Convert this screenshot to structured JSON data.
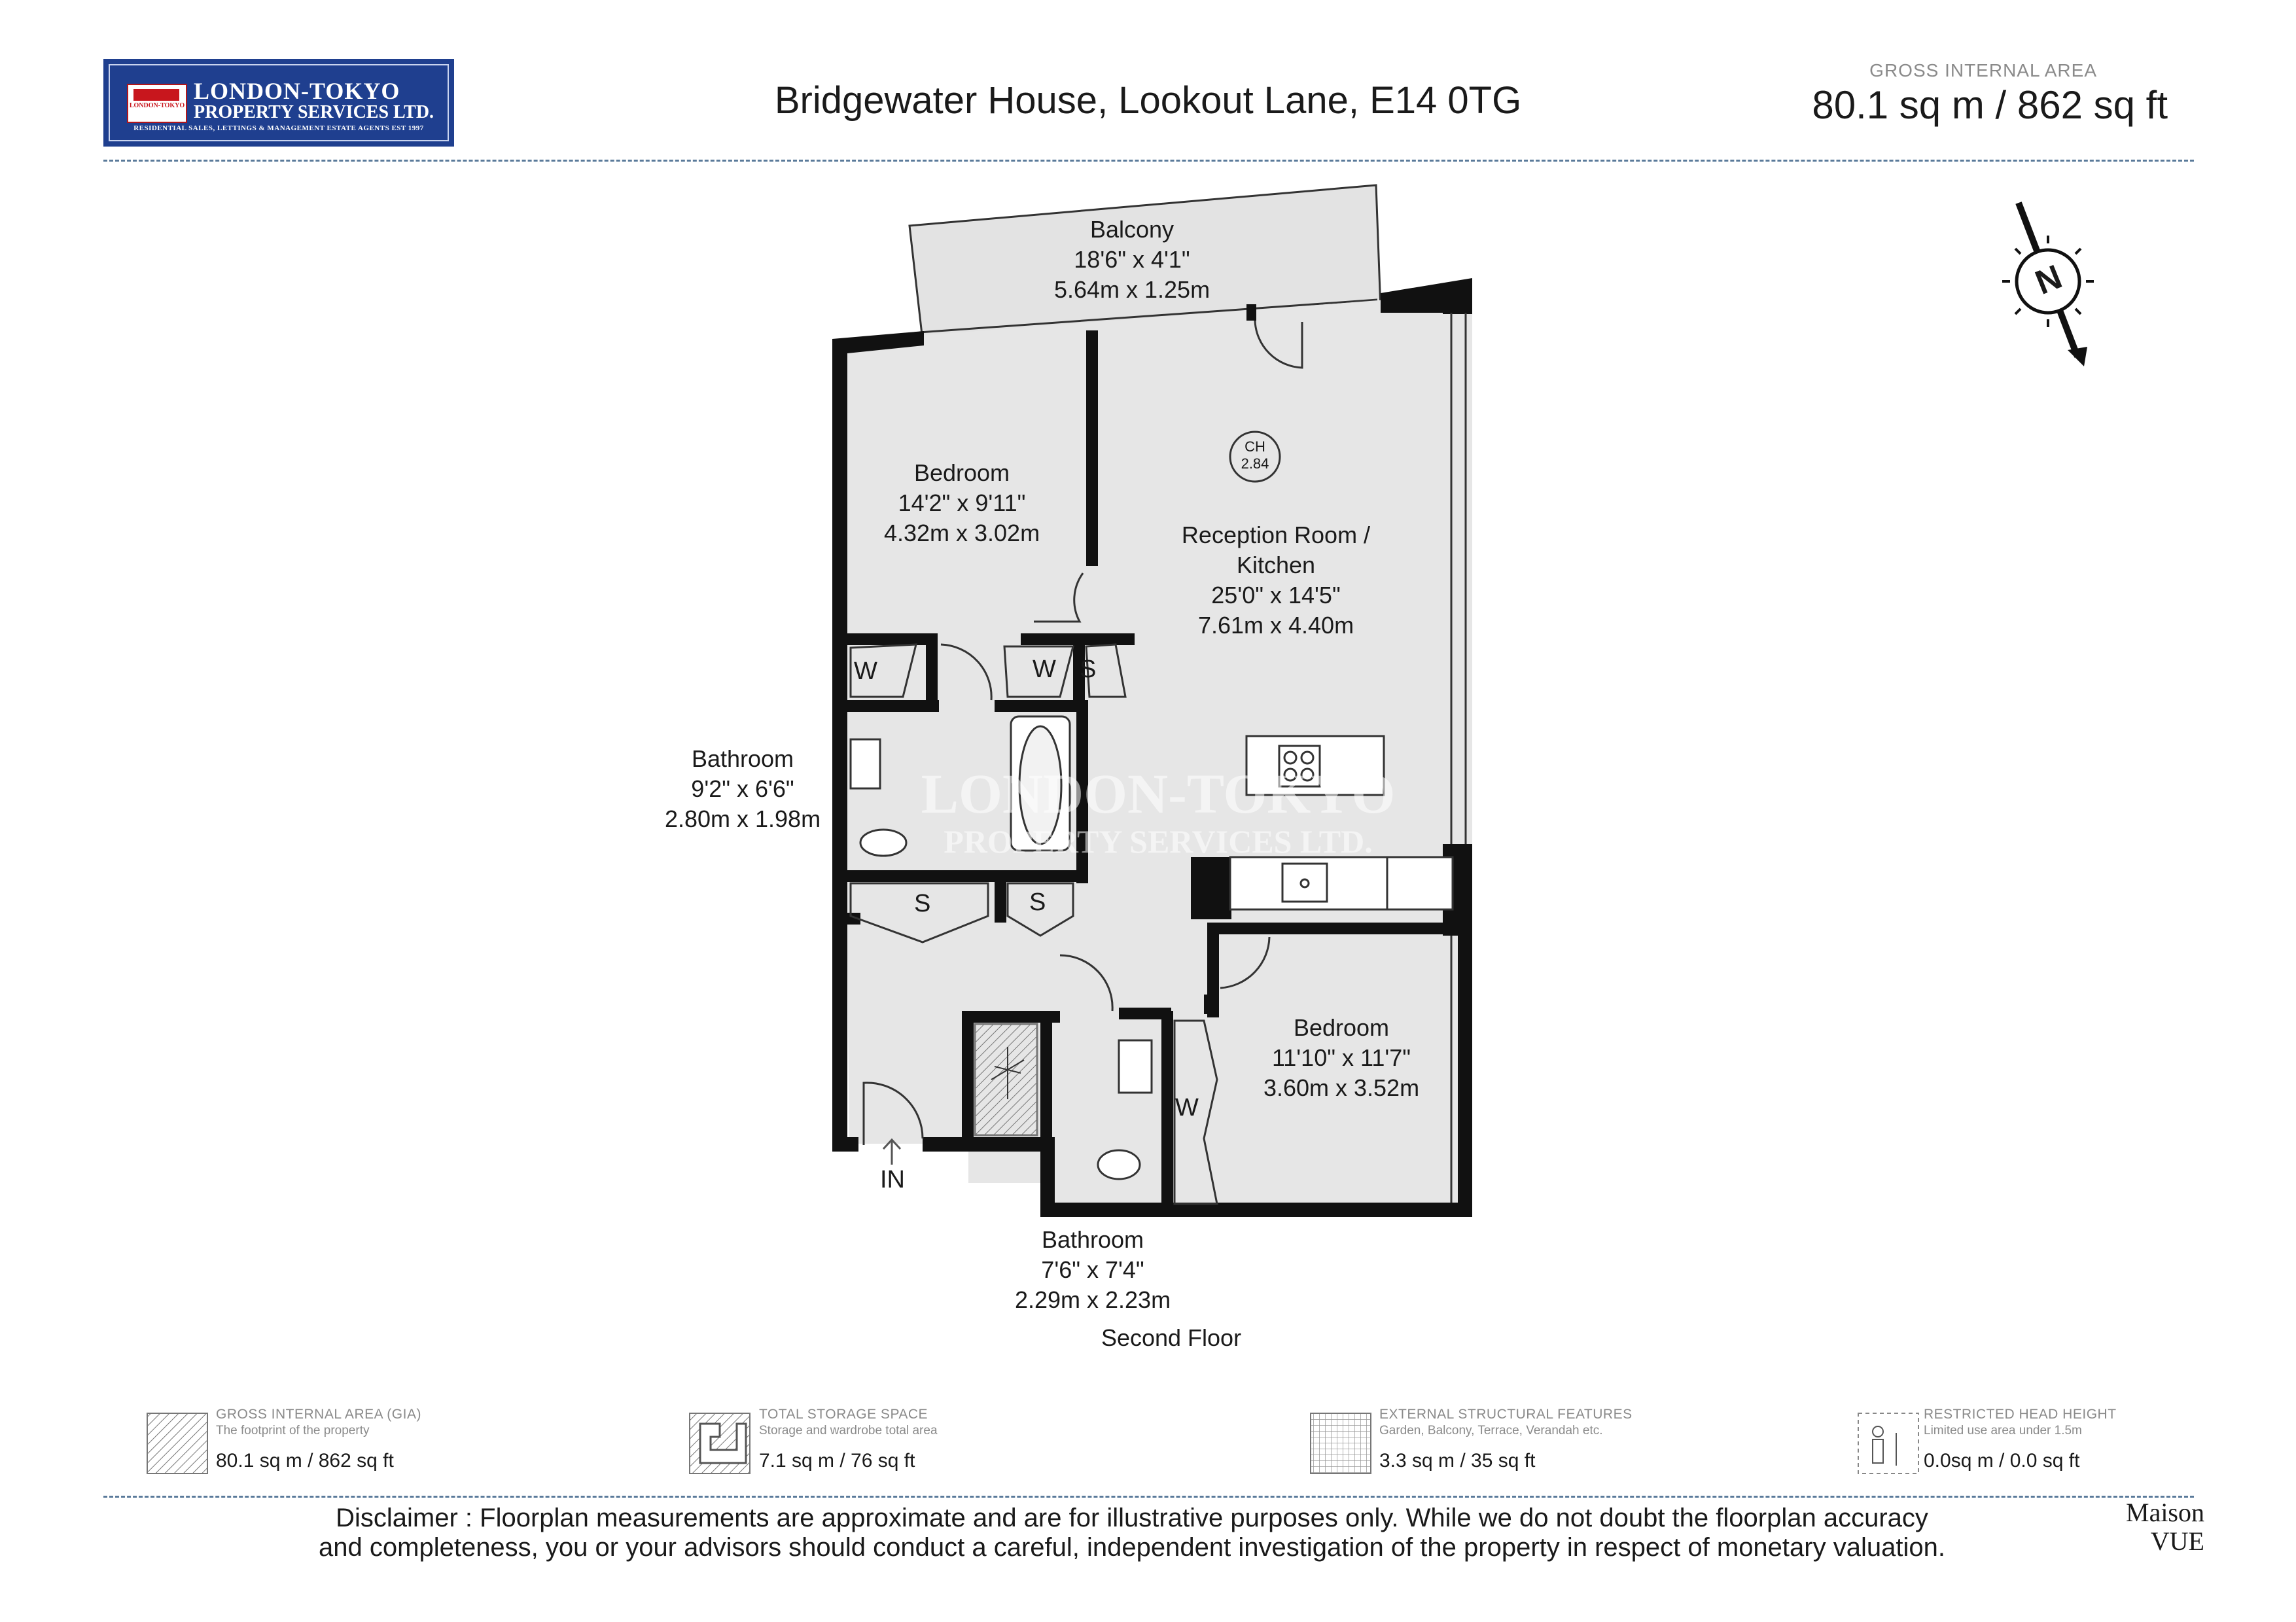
{
  "header": {
    "logo": {
      "name": "LONDON-TOKYO",
      "sub": "PROPERTY SERVICES LTD.",
      "tagline": "RESIDENTIAL SALES, LETTINGS & MANAGEMENT ESTATE AGENTS EST 1997",
      "badge": "LONDON-TOKYO"
    },
    "address": "Bridgewater House, Lookout Lane, E14 0TG",
    "gia_label": "GROSS INTERNAL AREA",
    "gia_value": "80.1 sq m / 862 sq ft"
  },
  "compass": {
    "letter": "N",
    "icon": "north-arrow-icon"
  },
  "rooms": {
    "balcony": {
      "name": "Balcony",
      "imperial": "18'6\" x 4'1\"",
      "metric": "5.64m x 1.25m"
    },
    "bedroom1": {
      "name": "Bedroom",
      "imperial": "14'2\" x 9'11\"",
      "metric": "4.32m x 3.02m"
    },
    "reception": {
      "name1": "Reception Room /",
      "name2": "Kitchen",
      "imperial": "25'0\" x 14'5\"",
      "metric": "7.61m x 4.40m"
    },
    "bathroom1": {
      "name": "Bathroom",
      "imperial": "9'2\" x 6'6\"",
      "metric": "2.80m x 1.98m"
    },
    "bedroom2": {
      "name": "Bedroom",
      "imperial": "11'10\" x 11'7\"",
      "metric": "3.60m x 3.52m"
    },
    "bathroom2": {
      "name": "Bathroom",
      "imperial": "7'6\" x 7'4\"",
      "metric": "2.29m x 2.23m"
    }
  },
  "fixtures": {
    "ch": "CH",
    "ch_height": "2.84",
    "w1": "W",
    "w2": "W",
    "s1": "S",
    "s2": "S",
    "s3": "S",
    "w3": "W",
    "entrance": "IN"
  },
  "floor": "Second Floor",
  "watermark": {
    "line1": "LONDON-TOKYO",
    "line2": "PROPERTY SERVICES LTD."
  },
  "legend": [
    {
      "caption": "GROSS INTERNAL AREA (GIA)",
      "sub": "The footprint of the property",
      "value": "80.1 sq m / 862 sq ft",
      "icon": "diagonal-hatch-icon"
    },
    {
      "caption": "TOTAL STORAGE SPACE",
      "sub": "Storage and wardrobe total area",
      "value": "7.1 sq m / 76 sq ft",
      "icon": "storage-pattern-icon"
    },
    {
      "caption": "EXTERNAL STRUCTURAL FEATURES",
      "sub": "Garden, Balcony, Terrace, Verandah etc.",
      "value": "3.3 sq m / 35 sq ft",
      "icon": "grid-hatch-icon"
    },
    {
      "caption": "RESTRICTED HEAD HEIGHT",
      "sub": "Limited use area under 1.5m",
      "value": "0.0sq m / 0.0 sq ft",
      "icon": "person-height-icon"
    }
  ],
  "disclaimer": {
    "line1": "Disclaimer : Floorplan measurements are approximate and are for illustrative purposes only. While we do not doubt the floorplan accuracy",
    "line2": "and completeness, you or your advisors should conduct a careful, independent investigation of the property in respect of monetary valuation."
  },
  "brand": {
    "line1": "Maison",
    "line2": "VUE"
  },
  "colors": {
    "wall": "#111111",
    "floor": "#e6e6e6",
    "logo_blue": "#1f3f8f",
    "dash": "#5a7a9a"
  }
}
